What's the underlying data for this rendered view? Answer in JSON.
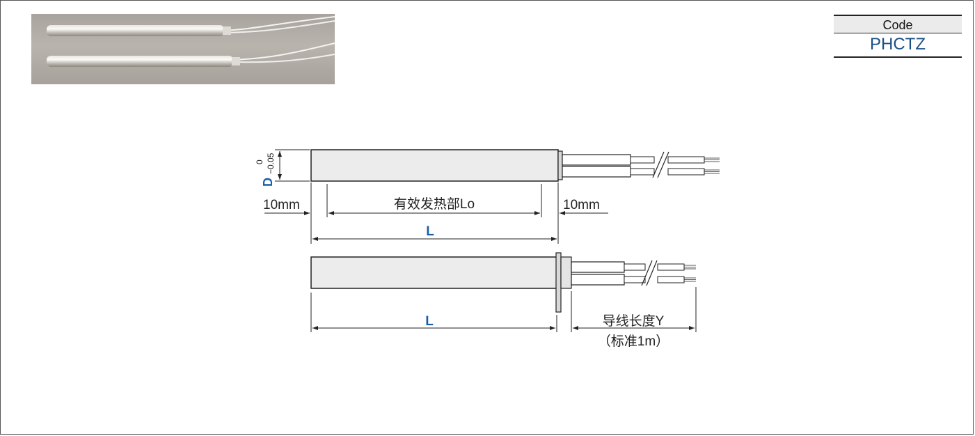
{
  "code_table": {
    "header": "Code",
    "value": "PHCTZ"
  },
  "drawing": {
    "diameter_symbol": "D",
    "tolerance_upper": "0",
    "tolerance_lower": "−0.05",
    "left_margin": "10mm",
    "right_margin": "10mm",
    "heating_zone": "有效发热部Lo",
    "length_top": "L",
    "length_bottom": "L",
    "lead_length": "导线长度Y",
    "lead_standard": "（标准1m）"
  },
  "colors": {
    "accent_blue": "#1a5ea8",
    "code_blue": "#1a4f86",
    "body_fill": "#ececec"
  }
}
